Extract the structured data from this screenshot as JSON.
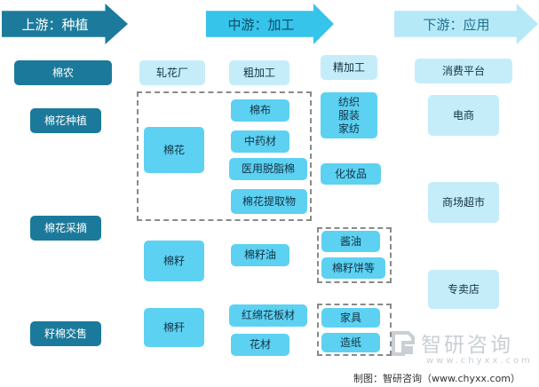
{
  "stages": {
    "upstream": "上游：种植",
    "midstream": "中游：加工",
    "downstream": "下游：应用"
  },
  "upstream": [
    "棉农",
    "棉花种植",
    "棉花采摘",
    "籽棉交售"
  ],
  "ginning": "轧花厂",
  "rough_processing": "粗加工",
  "fine_processing": "精加工",
  "consumer_platforms": "消费平台",
  "raw_materials": {
    "cotton": "棉花",
    "cottonseed": "棉籽",
    "stalk": "棉秆"
  },
  "cotton_products": [
    "棉布",
    "中药材",
    "医用脱脂棉",
    "棉花提取物"
  ],
  "cottonseed_product": "棉籽油",
  "stalk_products": [
    "红绵花板材",
    "花材"
  ],
  "fine_products": {
    "textiles": "纺织\n服装\n家纺",
    "cosmetics": "化妆品",
    "soy_sauce": "酱油",
    "seed_cake": "棉籽饼等",
    "furniture": "家具",
    "paper": "造纸"
  },
  "channels": [
    "电商",
    "商场超市",
    "专卖店"
  ],
  "watermark": {
    "brand": "智研咨询",
    "url": "www.chyxx.com",
    "logo_icon": "chyxx-logo-icon"
  },
  "source": "制图：智研咨询（www.chyxx.com）"
}
